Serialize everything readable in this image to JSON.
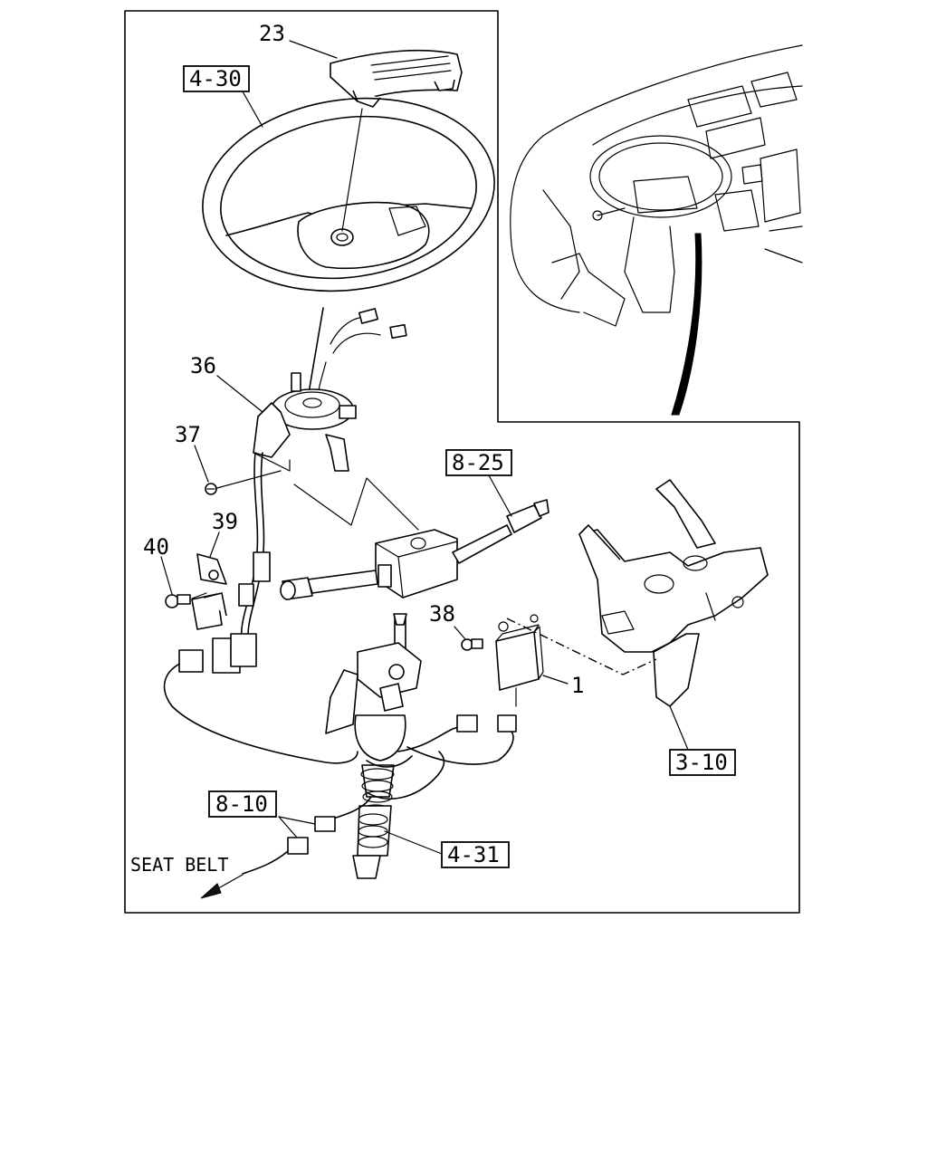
{
  "callouts": {
    "c23": "23",
    "c4_30": "4-30",
    "c36": "36",
    "c37": "37",
    "c39": "39",
    "c40": "40",
    "c8_25": "8-25",
    "c38": "38",
    "c1": "1",
    "c3_10": "3-10",
    "c8_10": "8-10",
    "c4_31": "4-31"
  },
  "seat_belt_label": "SEAT BELT"
}
